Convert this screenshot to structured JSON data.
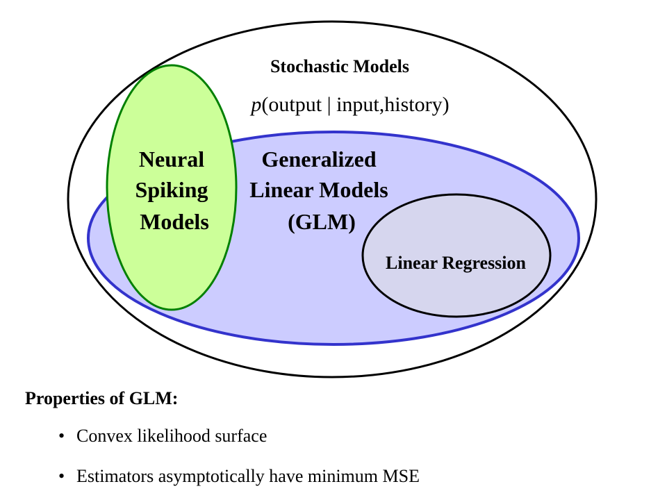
{
  "diagram": {
    "outer_set": {
      "label": "Stochastic Models",
      "formula": {
        "fn": "p",
        "open": "(",
        "first": "output",
        "bar": " | ",
        "second": "input,",
        "third": "history",
        "close": ")"
      }
    },
    "glm_set": {
      "label_lines": [
        "Generalized",
        "Linear Models",
        "(GLM)"
      ]
    },
    "neural_set": {
      "label_lines": [
        "Neural",
        "Spiking",
        "Models"
      ]
    },
    "regression_set": {
      "label": "Linear Regression"
    },
    "colors": {
      "outer_fill": "#ffffff",
      "outer_stroke": "#000000",
      "glm_fill": "#ccccff",
      "glm_stroke": "#3333cc",
      "neural_fill": "#ccff99",
      "neural_stroke": "#008000",
      "regression_fill": "#d6d6ee",
      "regression_stroke": "#000000"
    }
  },
  "properties": {
    "heading": "Properties of GLM:",
    "bullet_glyph": "•",
    "items": [
      "Convex likelihood surface",
      "Estimators asymptotically have minimum MSE"
    ]
  }
}
